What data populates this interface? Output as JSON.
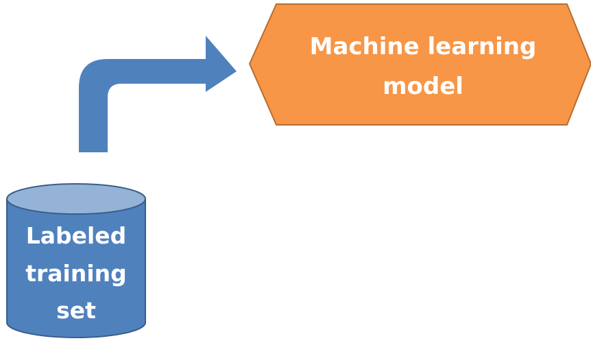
{
  "diagram": {
    "model": {
      "lines": [
        "Machine learning",
        "model"
      ],
      "fill": "#f79646",
      "stroke": "#b66d31"
    },
    "database": {
      "lines": [
        "Labeled",
        "training",
        "set"
      ],
      "fill": "#4f81bd",
      "top_fill": "#95b3d7",
      "stroke": "#385d8a"
    },
    "arrow": {
      "fill": "#4f81bd",
      "direction": "from database up and right to model"
    }
  }
}
